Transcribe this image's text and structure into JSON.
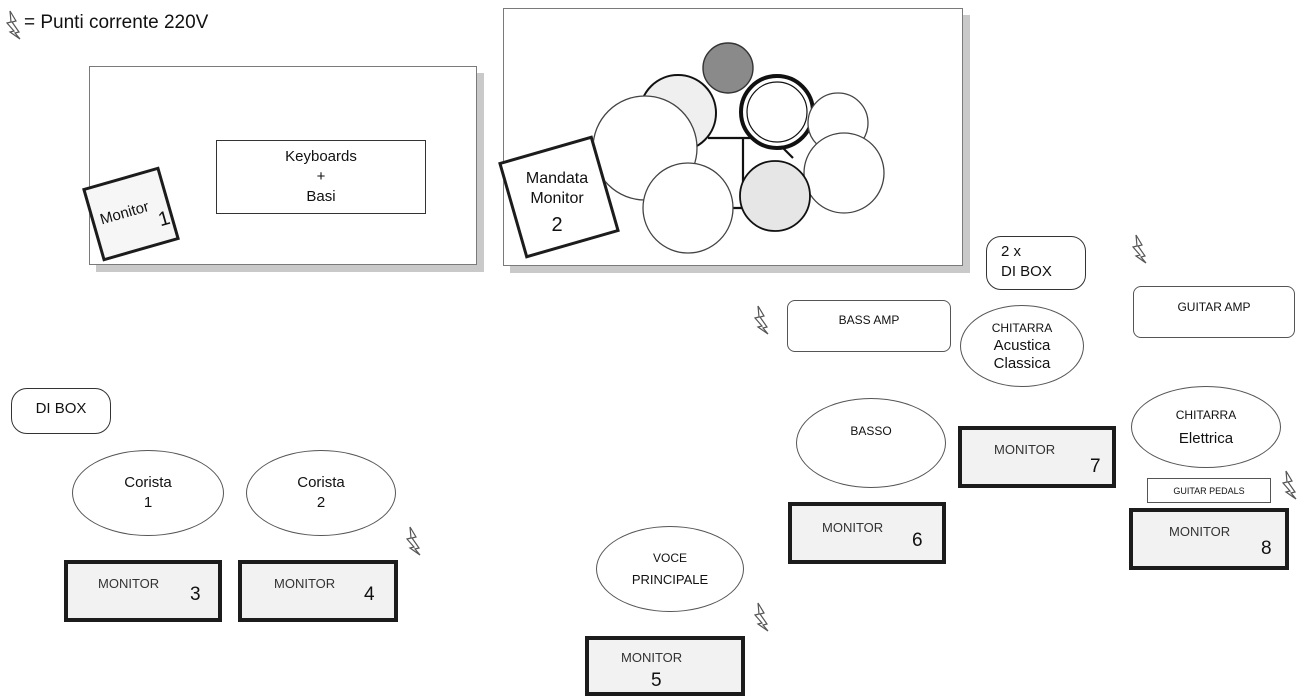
{
  "legend": {
    "icon": "lightning-bolt-icon",
    "text": "= Punti corrente 220V"
  },
  "keys_riser": {
    "monitor_label": "Monitor",
    "monitor_number": "1",
    "keyboards_line1": "Keyboards",
    "keyboards_line2": "+",
    "keyboards_line3": "Basi"
  },
  "drum_riser": {
    "mandata_line1": "Mandata",
    "mandata_line2": "Monitor",
    "mandata_number": "2"
  },
  "di_box_2x": {
    "line1": "2 x",
    "line2": "DI BOX"
  },
  "di_box": {
    "label": "DI BOX"
  },
  "bass_amp": {
    "label": "BASS AMP"
  },
  "guitar_amp": {
    "label": "GUITAR AMP"
  },
  "guitar_pedals": {
    "label": "GUITAR PEDALS"
  },
  "positions": {
    "chitarra_acustica": {
      "line1": "CHITARRA",
      "line2": "Acustica",
      "line3": "Classica"
    },
    "basso": {
      "label": "BASSO"
    },
    "chitarra_elettrica": {
      "line1": "CHITARRA",
      "line2": "Elettrica"
    },
    "corista_1": {
      "line1": "Corista",
      "line2": "1"
    },
    "corista_2": {
      "line1": "Corista",
      "line2": "2"
    },
    "voce": {
      "line1": "VOCE",
      "line2": "PRINCIPALE"
    }
  },
  "monitors": {
    "m3": {
      "label": "MONITOR",
      "number": "3"
    },
    "m4": {
      "label": "MONITOR",
      "number": "4"
    },
    "m5": {
      "label": "MONITOR",
      "number": "5"
    },
    "m6": {
      "label": "MONITOR",
      "number": "6"
    },
    "m7": {
      "label": "MONITOR",
      "number": "7"
    },
    "m8": {
      "label": "MONITOR",
      "number": "8"
    }
  }
}
